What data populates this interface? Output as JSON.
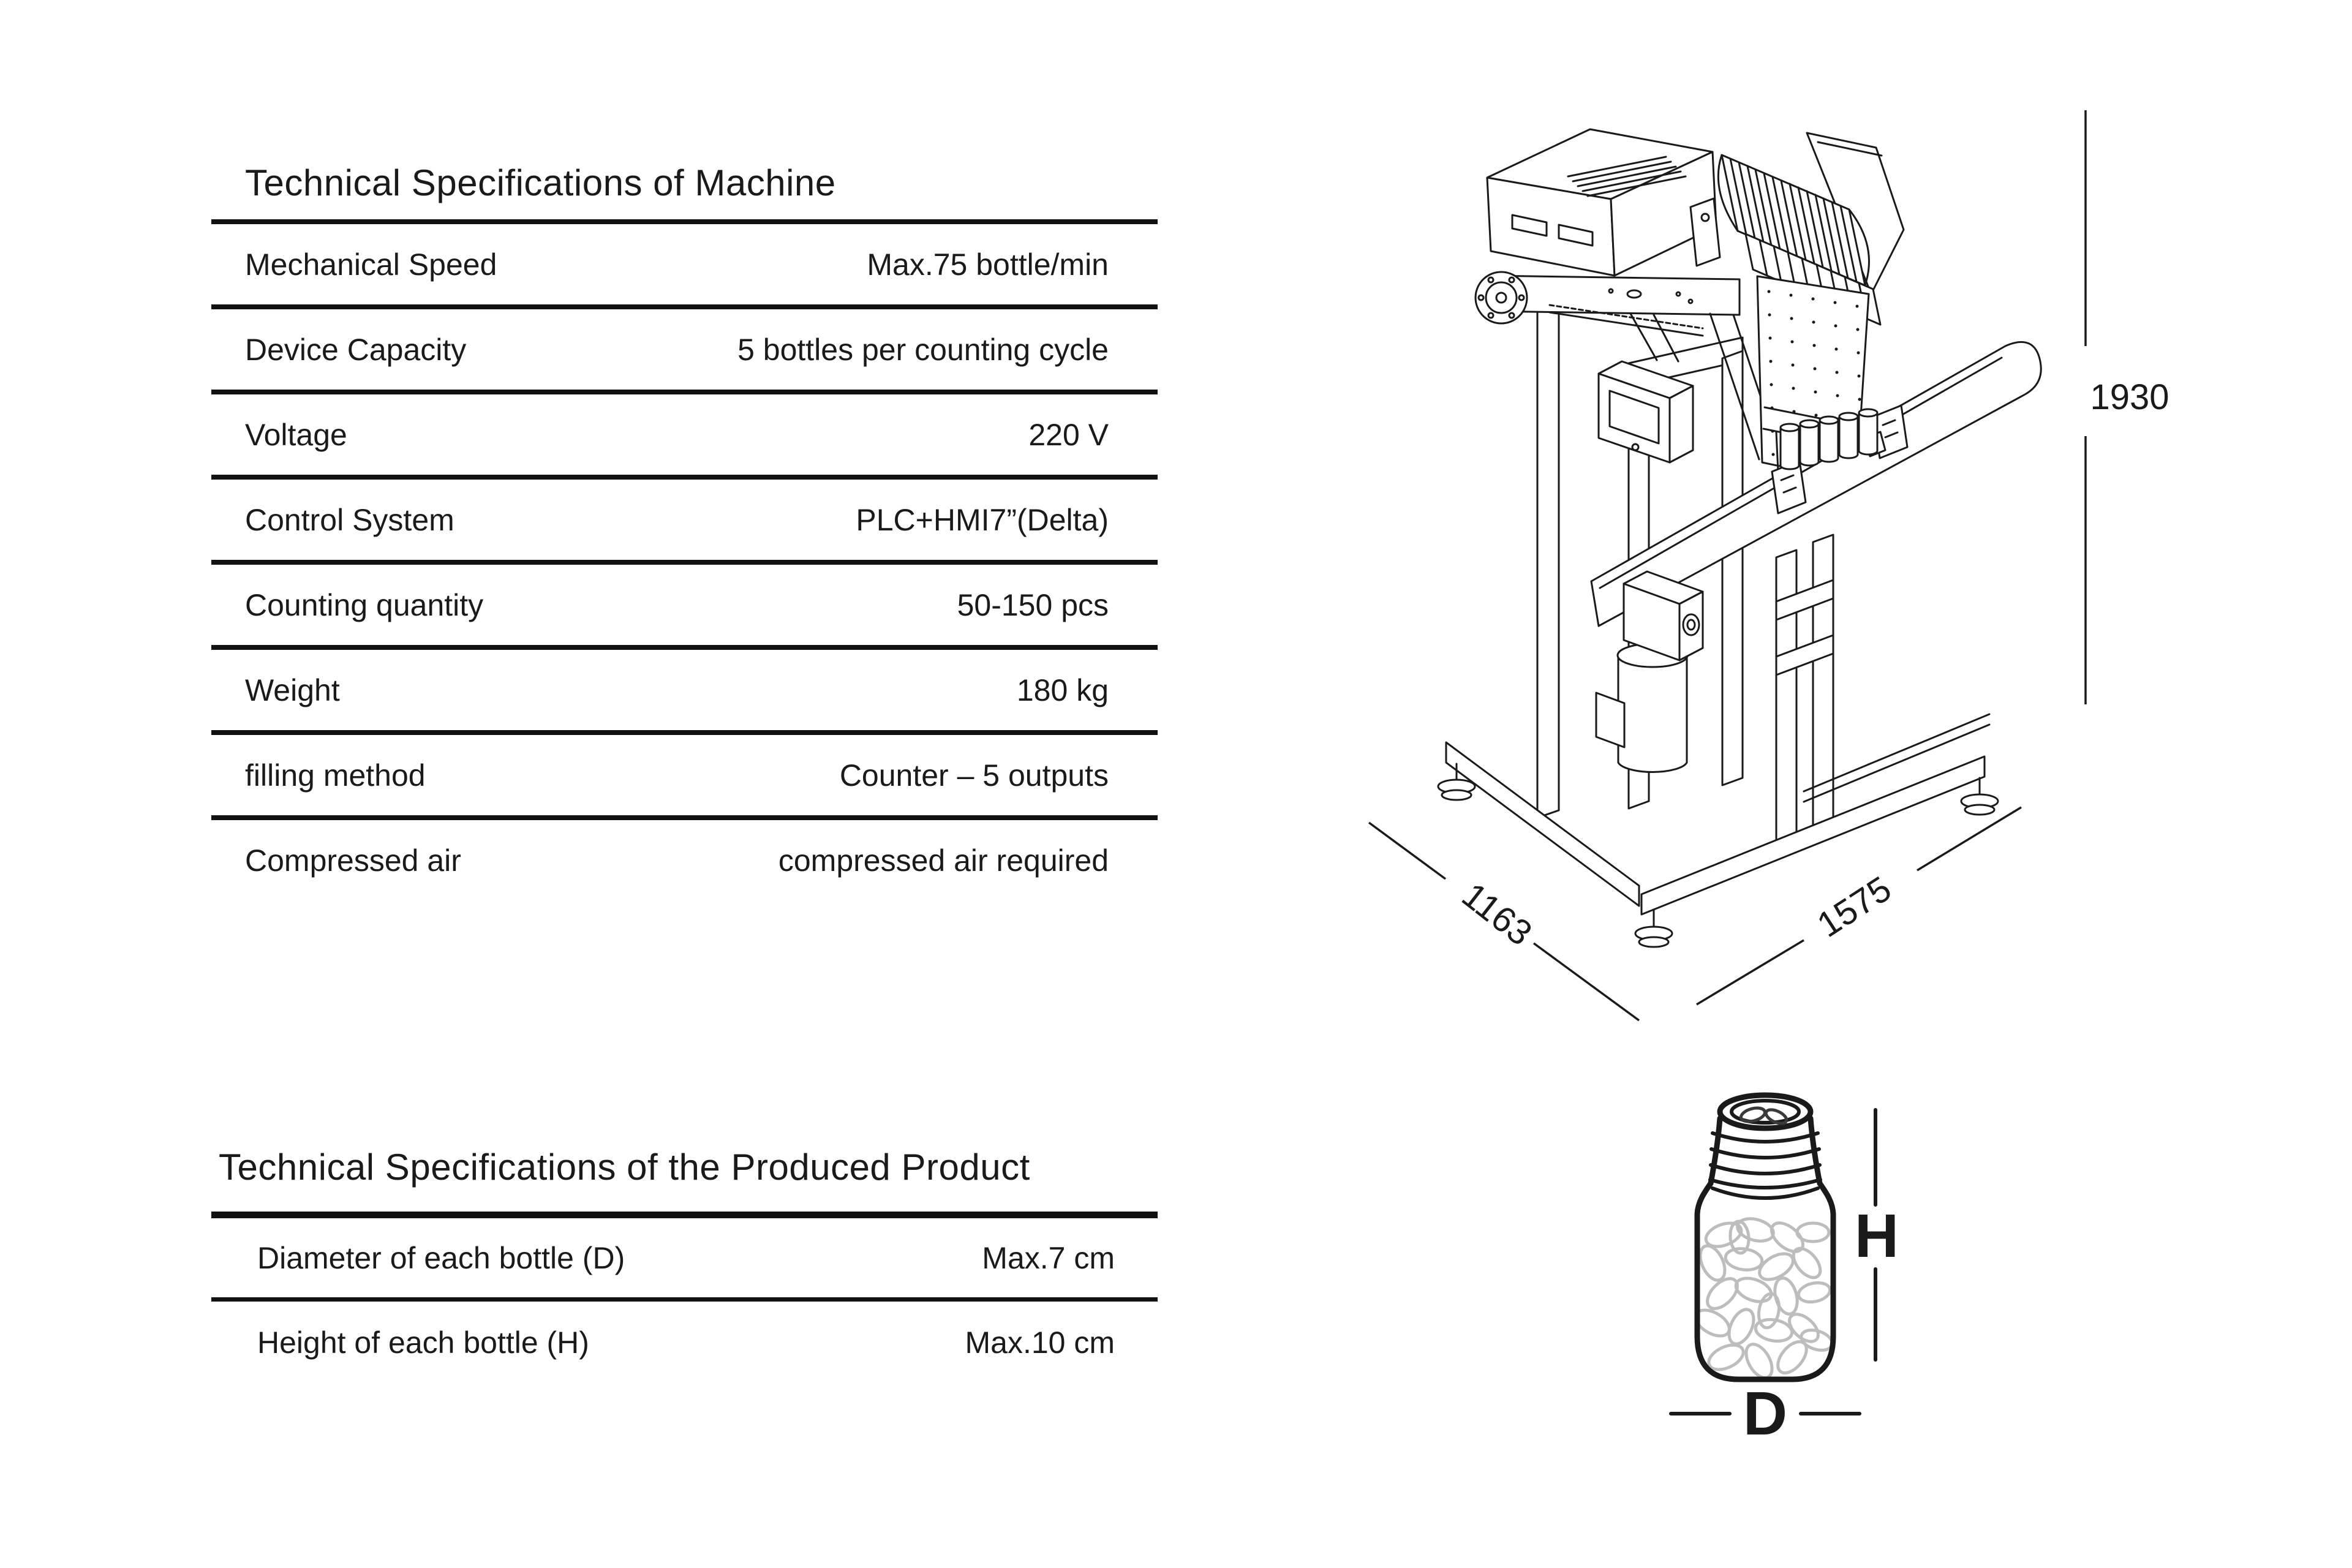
{
  "page": {
    "background": "#ffffff",
    "ink_color": "#1a1a1a",
    "rule_color": "#111111"
  },
  "machine_table": {
    "title": "Technical Specifications of Machine",
    "rows": [
      {
        "label": "Mechanical Speed",
        "value": "Max.75 bottle/min"
      },
      {
        "label": "Device Capacity",
        "value": "5 bottles per counting cycle"
      },
      {
        "label": "Voltage",
        "value": "220 V"
      },
      {
        "label": "Control System",
        "value": "PLC+HMI7”(Delta)"
      },
      {
        "label": "Counting quantity",
        "value": "50-150 pcs"
      },
      {
        "label": "Weight",
        "value": "180 kg"
      },
      {
        "label": "filling method",
        "value": "Counter – 5 outputs"
      },
      {
        "label": "Compressed air",
        "value": "compressed air required"
      }
    ]
  },
  "product_table": {
    "title": "Technical Specifications of the Produced Product",
    "rows": [
      {
        "label": "Diameter of each bottle (D)",
        "value": "Max.7 cm"
      },
      {
        "label": "Height of each bottle (H)",
        "value": "Max.10 cm"
      }
    ]
  },
  "machine_drawing": {
    "height_dimension": "1930",
    "depth_dimension": "1163",
    "width_dimension": "1575"
  },
  "bottle_drawing": {
    "height_dimension": "H",
    "diameter_dimension": "D"
  }
}
